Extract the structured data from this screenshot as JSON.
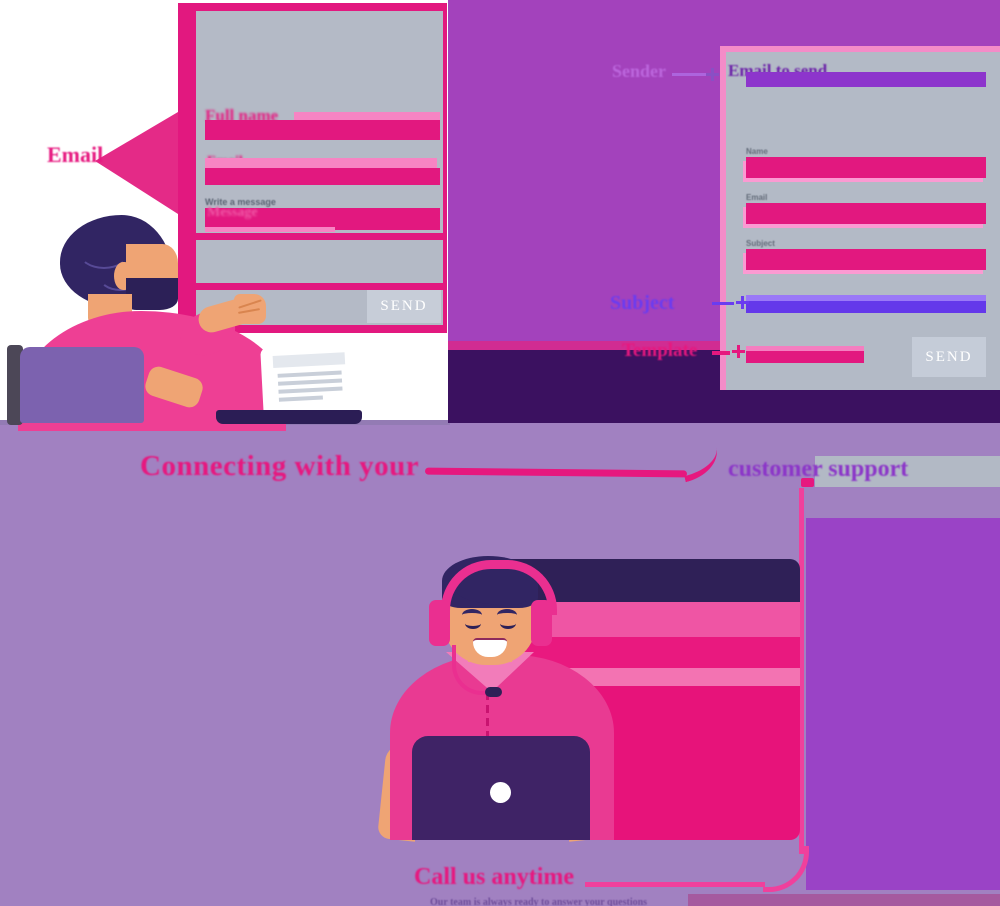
{
  "colors": {
    "background_bottom": "#a181c1",
    "panel_purple": "#a342bc",
    "navy": "#3b1160",
    "pink_primary": "#e2187f",
    "pink_light": "#f784c3",
    "card_gray": "#b4bac6",
    "button_gray": "#c7cdd8",
    "indigo_bar": "#6438ea",
    "purple_bar": "#8d35cc",
    "skin": "#efa474",
    "hair_navy": "#312563",
    "laptop_purple": "#7c62af",
    "laptop_dark": "#3f2366",
    "rect_bottom_right": "#9a43c6"
  },
  "left_annotation": {
    "label": "Email"
  },
  "form_left": {
    "fields": [
      {
        "label": "Full name"
      },
      {
        "label": "Email"
      },
      {
        "label": "Message",
        "hint": "Write a message"
      }
    ],
    "send_label": "SEND"
  },
  "form_right": {
    "to_label": "Email to send",
    "field_labels": [
      "Name",
      "Email",
      "Subject"
    ],
    "annotations": [
      {
        "label": "Sender"
      },
      {
        "label": "Subject"
      },
      {
        "label": "Template"
      }
    ],
    "send_label": "SEND"
  },
  "heading": {
    "lead": "Connecting with your",
    "highlight": "customer support"
  },
  "caption": {
    "title": "Call us anytime",
    "subtitle": "Our team is always ready to answer your questions"
  }
}
